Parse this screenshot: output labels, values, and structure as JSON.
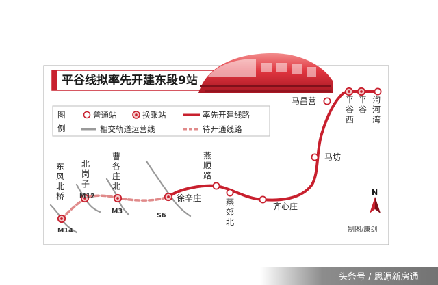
{
  "map": {
    "title": "平谷线拟率先开建东段9站",
    "legend": {
      "heading": "图例",
      "items": {
        "regular_station": "普通站",
        "transfer_station": "换乘站",
        "priority_line": "率先开建线路",
        "crossing_lines": "相交轨道运营线",
        "pending_line": "待开通线路"
      }
    },
    "stations": [
      {
        "id": "dongfeng",
        "label": "东风北桥",
        "type": "transfer",
        "segment": "pending",
        "line_code": "M14"
      },
      {
        "id": "beiganzi",
        "label": "北岗子",
        "type": "transfer",
        "segment": "pending",
        "line_code": "M12"
      },
      {
        "id": "caogezhuang",
        "label": "曹各庄北",
        "type": "transfer",
        "segment": "pending",
        "line_code": "M3"
      },
      {
        "id": "xuxinzhuang",
        "label": "徐辛庄",
        "type": "transfer",
        "segment": "priority",
        "line_code": "S6"
      },
      {
        "id": "yanshunlu",
        "label": "燕顺路",
        "type": "regular",
        "segment": "priority"
      },
      {
        "id": "yanjiaobei",
        "label": "燕郊北",
        "type": "regular",
        "segment": "priority"
      },
      {
        "id": "qixinzhuang",
        "label": "齐心庄",
        "type": "regular",
        "segment": "priority"
      },
      {
        "id": "mafang",
        "label": "马坊",
        "type": "regular",
        "segment": "priority"
      },
      {
        "id": "machangying",
        "label": "马昌营",
        "type": "regular",
        "segment": "priority"
      },
      {
        "id": "pinggu_xi",
        "label": "平谷西",
        "type": "transfer",
        "segment": "priority"
      },
      {
        "id": "pinggu",
        "label": "平谷",
        "type": "transfer",
        "segment": "priority"
      },
      {
        "id": "juhewan",
        "label": "泃河湾",
        "type": "regular",
        "segment": "priority"
      }
    ],
    "compass": "N",
    "credit": "制图/康剑",
    "colors": {
      "line_red": "#c8202e",
      "pending_red": "#e08a8a",
      "crossing_gray": "#9a9a9a",
      "transfer_fill": "#f3c7c7"
    }
  },
  "watermark": "头条号 / 思源新房通"
}
